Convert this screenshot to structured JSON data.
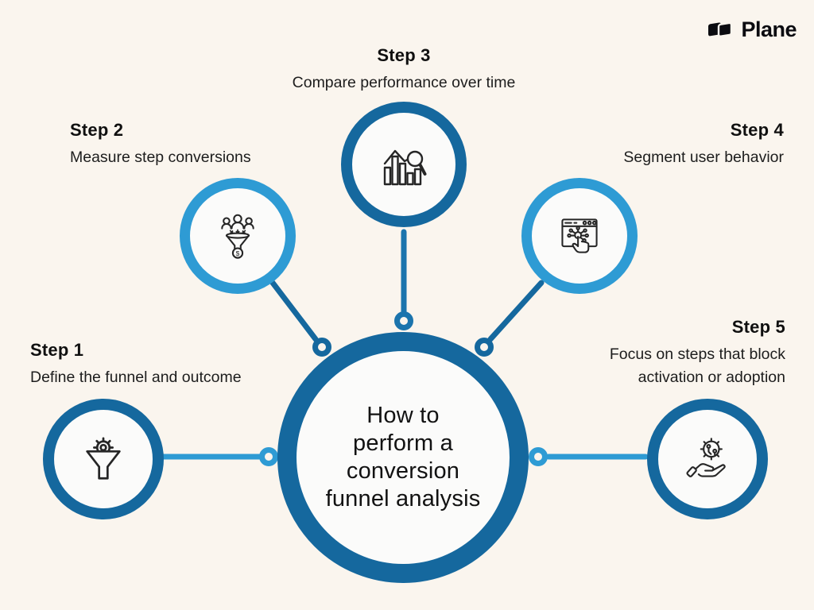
{
  "logo": {
    "text": "Plane"
  },
  "colors": {
    "background": "#FAF5EE",
    "dark_blue": "#15689E",
    "medium_blue": "#1B74AD",
    "light_blue": "#2E9BD4",
    "icon_stroke": "#262626",
    "text": "#111111"
  },
  "hub": {
    "title": "How to perform a conversion funnel analysis",
    "title_lines": [
      "How to",
      "perform a",
      "conversion",
      "funnel analysis"
    ]
  },
  "steps": [
    {
      "label": "Step 1",
      "desc_lines": [
        "Define the funnel and outcome"
      ],
      "icon": "funnel-gear-icon",
      "ring": "dark"
    },
    {
      "label": "Step 2",
      "desc_lines": [
        "Measure step conversions"
      ],
      "icon": "audience-funnel-dollar-icon",
      "ring": "light"
    },
    {
      "label": "Step 3",
      "desc_lines": [
        "Compare performance over time"
      ],
      "icon": "bar-chart-magnifier-icon",
      "ring": "dark"
    },
    {
      "label": "Step 4",
      "desc_lines": [
        "Segment user behavior"
      ],
      "icon": "browser-click-segments-icon",
      "ring": "light"
    },
    {
      "label": "Step 5",
      "desc_lines": [
        "Focus on steps that block",
        "activation or adoption"
      ],
      "icon": "hand-gear-icon",
      "ring": "dark"
    }
  ],
  "icon_texts": {
    "dollar": "$"
  }
}
